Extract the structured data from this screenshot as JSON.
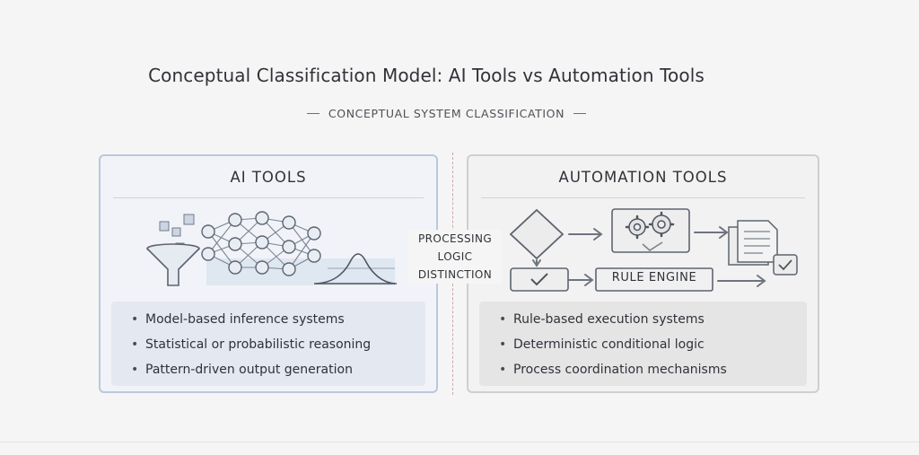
{
  "title": "Conceptual Classification Model: AI Tools vs Automation Tools",
  "subtitle": "CONCEPTUAL SYSTEM CLASSIFICATION",
  "center_label": [
    "PROCESSING",
    "LOGIC",
    "DISTINCTION"
  ],
  "ai_panel": {
    "title": "AI TOOLS",
    "features": [
      "Model-based inference systems",
      "Statistical or probabilistic reasoning",
      "Pattern-driven output generation"
    ],
    "icons": [
      "data-squares-icon",
      "funnel-icon",
      "neural-network-icon",
      "bell-curve-icon"
    ]
  },
  "automation_panel": {
    "title": "AUTOMATION TOOLS",
    "features": [
      "Rule-based execution systems",
      "Deterministic conditional logic",
      "Process coordination mechanisms"
    ],
    "rule_engine_label": "RULE ENGINE",
    "icons": [
      "decision-diamond-icon",
      "gears-icon",
      "checkmark-box-icon",
      "documents-icon",
      "arrow-icon"
    ]
  },
  "colors": {
    "ai_border": "#b9c8dd",
    "ai_fill": "#f1f3f8",
    "automation_border": "#cfcfd0",
    "divider": "#c9a9a9"
  }
}
